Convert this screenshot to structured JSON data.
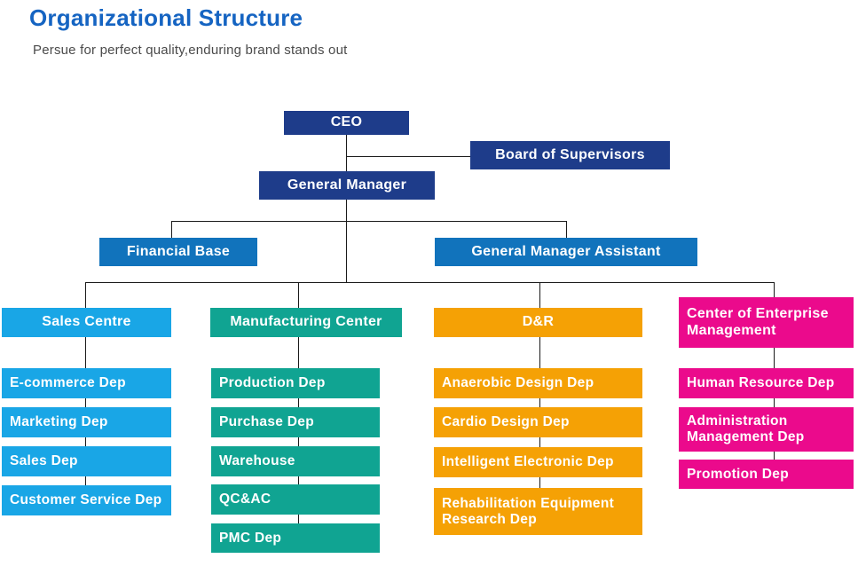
{
  "page": {
    "title": "Organizational Structure",
    "subtitle": "Persue for perfect quality,enduring brand stands out"
  },
  "colors": {
    "title_blue": "#1564C2",
    "subtitle_gray": "#4A4A4A",
    "navy": "#1E3C8A",
    "blue": "#1173BC",
    "lightblue": "#19A6E6",
    "teal": "#10A492",
    "orange": "#F5A105",
    "magenta": "#EB0A8C",
    "line": "#1A1A1A"
  },
  "org": {
    "ceo": "CEO",
    "board": "Board of Supervisors",
    "general_manager": "General Manager",
    "financial_base": "Financial Base",
    "gm_assistant": "General Manager Assistant",
    "columns": [
      {
        "header": "Sales Centre",
        "color": "#19A6E6",
        "items": [
          "E-commerce Dep",
          "Marketing Dep",
          "Sales Dep",
          "Customer Service Dep"
        ]
      },
      {
        "header": "Manufacturing Center",
        "color": "#10A492",
        "items": [
          "Production Dep",
          "Purchase Dep",
          "Warehouse",
          "QC&AC",
          "PMC Dep"
        ]
      },
      {
        "header": "D&R",
        "color": "#F5A105",
        "items": [
          "Anaerobic Design Dep",
          "Cardio Design Dep",
          "Intelligent Electronic Dep",
          "Rehabilitation Equipment Research Dep"
        ]
      },
      {
        "header": "Center of Enterprise Management",
        "color": "#EB0A8C",
        "items": [
          "Human Resource Dep",
          "Administration Management Dep",
          "Promotion Dep"
        ]
      }
    ]
  }
}
